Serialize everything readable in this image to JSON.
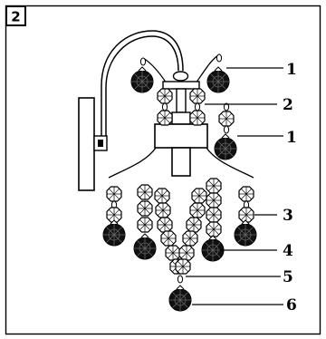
{
  "figure": {
    "step_number": "2",
    "callouts": [
      {
        "id": "c1a",
        "label": "1"
      },
      {
        "id": "c2",
        "label": "2"
      },
      {
        "id": "c1b",
        "label": "1"
      },
      {
        "id": "c3",
        "label": "3"
      },
      {
        "id": "c4",
        "label": "4"
      },
      {
        "id": "c5",
        "label": "5"
      },
      {
        "id": "c6",
        "label": "6"
      }
    ]
  }
}
